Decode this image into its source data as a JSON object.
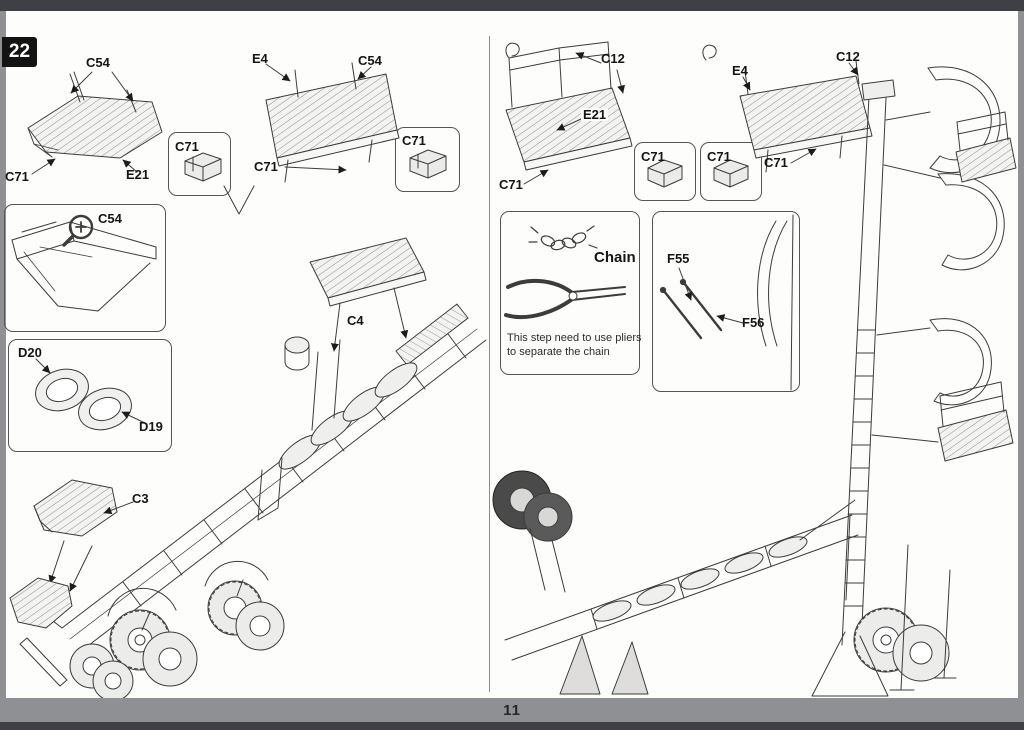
{
  "step_badge": "22",
  "page_number": "11",
  "parts": {
    "C54": "C54",
    "E4": "E4",
    "E21": "E21",
    "C71": "C71",
    "C12": "C12",
    "D20": "D20",
    "D19": "D19",
    "C3": "C3",
    "C4": "C4",
    "F55": "F55",
    "F56": "F56"
  },
  "chain_box": {
    "title": "Chain",
    "note_line1": "This step need to use pliers",
    "note_line2": "to separate the chain"
  },
  "colors": {
    "paper": "#fdfdfc",
    "margin": "#8f9093",
    "frame_strip": "#3f4045",
    "badge": "#131313"
  }
}
